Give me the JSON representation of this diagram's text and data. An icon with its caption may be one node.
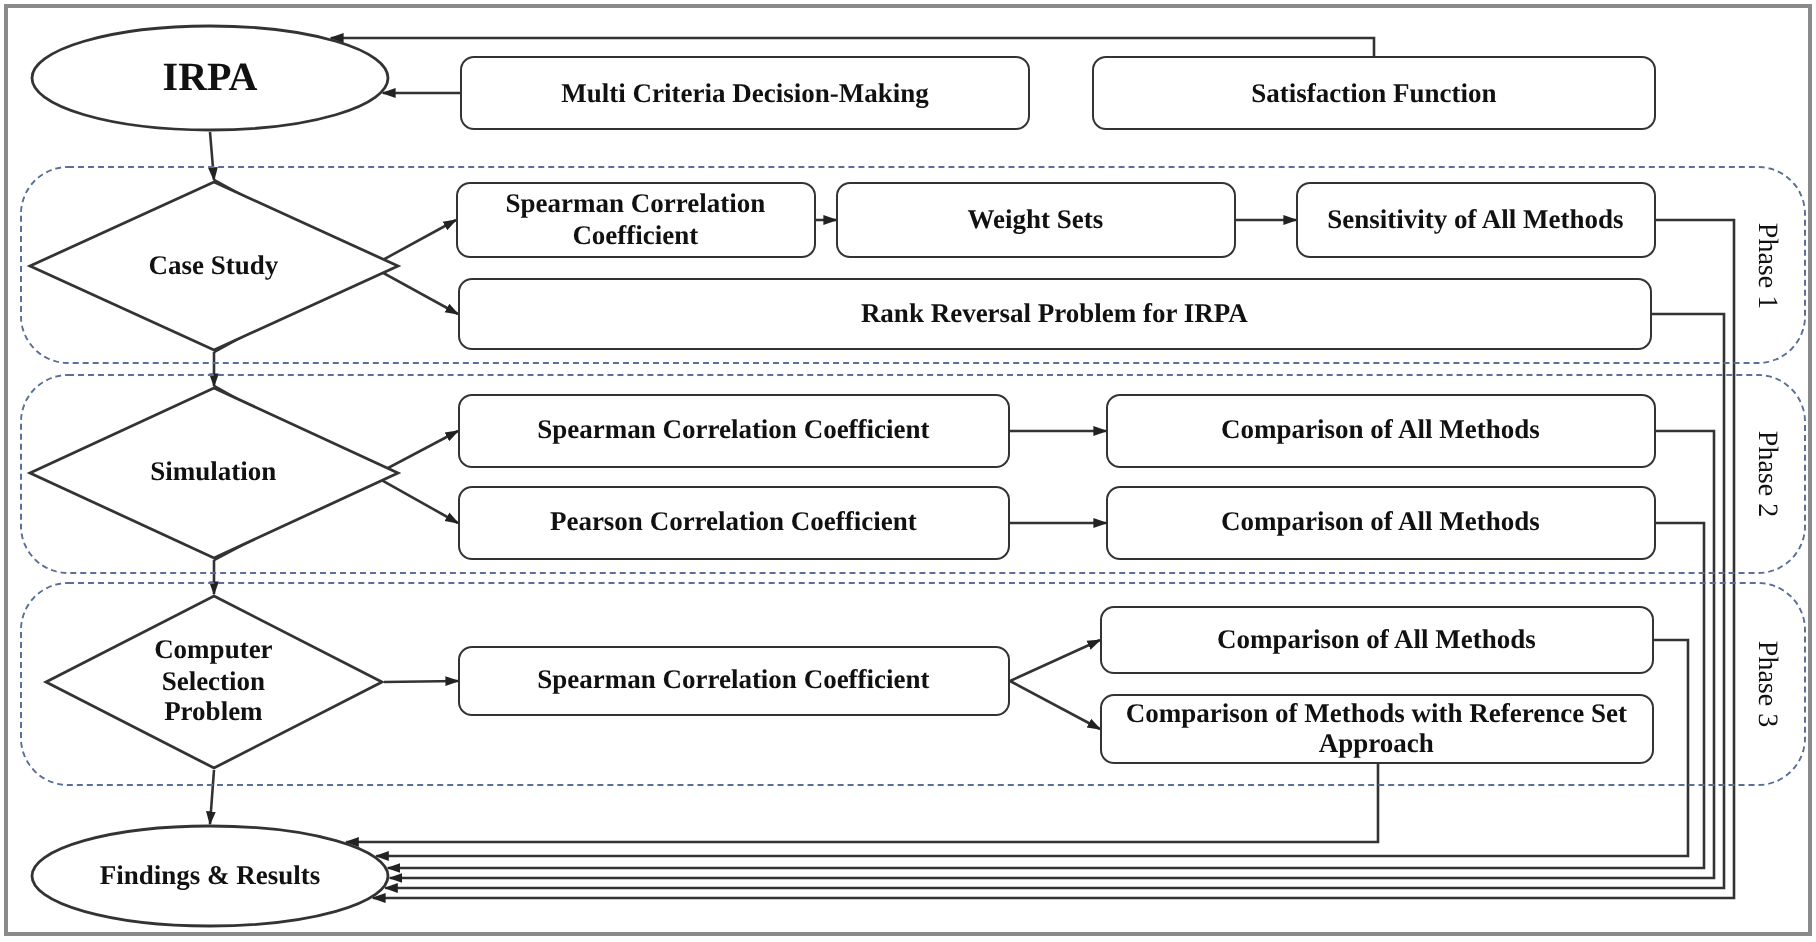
{
  "diagram": {
    "nodes": [
      {
        "text": [
          "IRPA"
        ]
      },
      {
        "text": [
          "Multi Criteria Decision-Making"
        ]
      },
      {
        "text": [
          "Satisfaction Function"
        ]
      },
      {
        "text": [
          "Phase 1"
        ]
      },
      {
        "text": [
          "Case Study"
        ],
        "in": 3
      },
      {
        "text": [
          "Spearman Correlation Coefficient"
        ],
        "in": 3
      },
      {
        "text": [
          "Weight Sets"
        ],
        "in": 3
      },
      {
        "text": [
          "Sensitivity of All Methods"
        ],
        "in": 3
      },
      {
        "text": [
          "Rank Reversal Problem for IRPA"
        ],
        "in": 3
      },
      {
        "text": [
          "Phase 2"
        ]
      },
      {
        "text": [
          "Simulation"
        ],
        "in": 9
      },
      {
        "text": [
          "Spearman Correlation Coefficient"
        ],
        "in": 9
      },
      {
        "text": [
          "Comparison of All Methods"
        ],
        "in": 9
      },
      {
        "text": [
          "Pearson Correlation Coefficient"
        ],
        "in": 9
      },
      {
        "text": [
          "Comparison of All Methods"
        ],
        "in": 9
      },
      {
        "text": [
          "Phase 3"
        ]
      },
      {
        "text": [
          "Computer Selection Problem"
        ],
        "in": 15
      },
      {
        "text": [
          "Spearman Correlation Coefficient"
        ],
        "in": 15
      },
      {
        "text": [
          "Comparison of All Methods"
        ],
        "in": 15
      },
      {
        "text": [
          "Comparison of Methods with Reference Set Approach"
        ],
        "in": 15
      },
      {
        "text": [
          "Findings & Results"
        ]
      }
    ],
    "edges": [
      {
        "from": 1,
        "to": 0,
        "arrow": "to"
      },
      {
        "from": 2,
        "to": 0,
        "arrow": "to"
      },
      {
        "from": 0,
        "to": 4,
        "arrow": "to"
      },
      {
        "from": 4,
        "to": 5,
        "arrow": "to"
      },
      {
        "from": 4,
        "to": 8,
        "arrow": "to"
      },
      {
        "from": 5,
        "to": 6,
        "arrow": "to"
      },
      {
        "from": 6,
        "to": 7,
        "arrow": "to"
      },
      {
        "from": 7,
        "to": 20,
        "arrow": "to"
      },
      {
        "from": 8,
        "to": 20,
        "arrow": "to"
      },
      {
        "from": 4,
        "to": 10,
        "arrow": "to"
      },
      {
        "from": 10,
        "to": 11,
        "arrow": "to"
      },
      {
        "from": 10,
        "to": 13,
        "arrow": "to"
      },
      {
        "from": 11,
        "to": 12,
        "arrow": "to"
      },
      {
        "from": 13,
        "to": 14,
        "arrow": "to"
      },
      {
        "from": 12,
        "to": 20,
        "arrow": "to"
      },
      {
        "from": 14,
        "to": 20,
        "arrow": "to"
      },
      {
        "from": 10,
        "to": 16,
        "arrow": "to"
      },
      {
        "from": 16,
        "to": 17,
        "arrow": "to"
      },
      {
        "from": 17,
        "to": 18,
        "arrow": "to"
      },
      {
        "from": 17,
        "to": 19,
        "arrow": "to"
      },
      {
        "from": 18,
        "to": 20,
        "arrow": "to"
      },
      {
        "from": 19,
        "to": 20,
        "arrow": "to"
      },
      {
        "from": 16,
        "to": 20,
        "arrow": "to"
      }
    ]
  }
}
